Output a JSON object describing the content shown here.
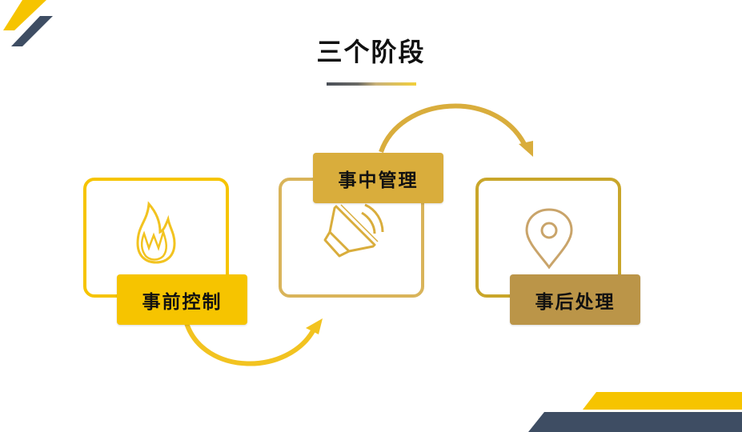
{
  "title": "三个阶段",
  "colors": {
    "yellow": "#F6C400",
    "mid_gold": "#D9AD3C",
    "dark_gold": "#BB9548",
    "navy": "#3E4D63"
  },
  "stages": [
    {
      "label": "事前控制",
      "icon": "flame-icon"
    },
    {
      "label": "事中管理",
      "icon": "speaker-icon"
    },
    {
      "label": "事后处理",
      "icon": "location-pin-icon"
    }
  ]
}
